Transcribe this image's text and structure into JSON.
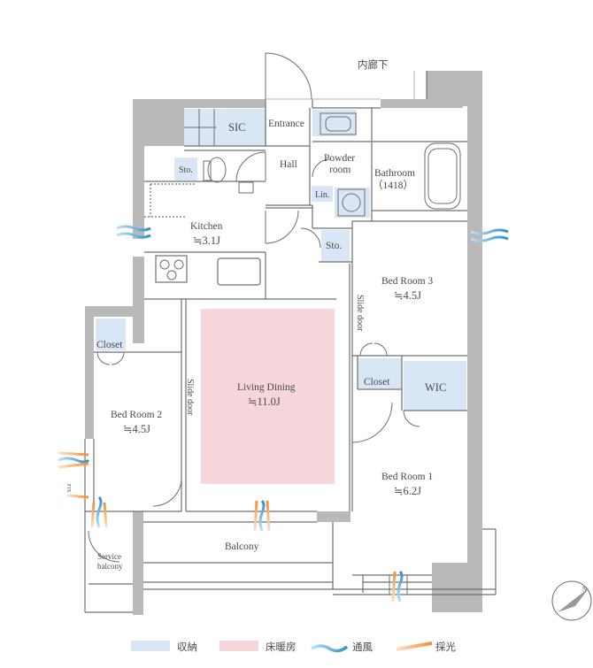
{
  "corridor": "内廊下",
  "rooms": {
    "sic": "SIC",
    "entrance": "Entrance",
    "hall": "Hall",
    "sto1": "Sto.",
    "powder": [
      "Powder",
      "room"
    ],
    "bathroom": [
      "Bathroom",
      "（1418）"
    ],
    "lin": "Lin.",
    "kitchen": [
      "Kitchen",
      "≒3.1J"
    ],
    "sto2": "Sto.",
    "bedroom3": [
      "Bed Room 3",
      "≒4.5J"
    ],
    "slide_door_right": "Slide door",
    "living": [
      "Living Dining",
      "≒11.0J"
    ],
    "slide_door_left": "Slide door",
    "closet_left": "Closet",
    "bedroom2": [
      "Bed Room 2",
      "≒4.5J"
    ],
    "closet_right": "Closet",
    "wic": "WIC",
    "bedroom1": [
      "Bed Room 1",
      "≒6.2J"
    ],
    "balcony": "Balcony",
    "service_balcony": [
      "Service",
      "balcony"
    ],
    "fix": "FIX"
  },
  "compass": "N",
  "legend": [
    {
      "label": "収納",
      "kind": "storage",
      "color": "#d8e6f5"
    },
    {
      "label": "床暖房",
      "kind": "floor-heating",
      "color": "#f6d6da"
    },
    {
      "label": "通風",
      "kind": "ventilation",
      "color": "#4aa8d8"
    },
    {
      "label": "採光",
      "kind": "daylight",
      "color": "#f3a45a"
    }
  ],
  "colors": {
    "wall": "#b9b9b9",
    "line": "#6f6f6f",
    "storage": "#d8e6f5",
    "heating": "#f6d6da"
  }
}
